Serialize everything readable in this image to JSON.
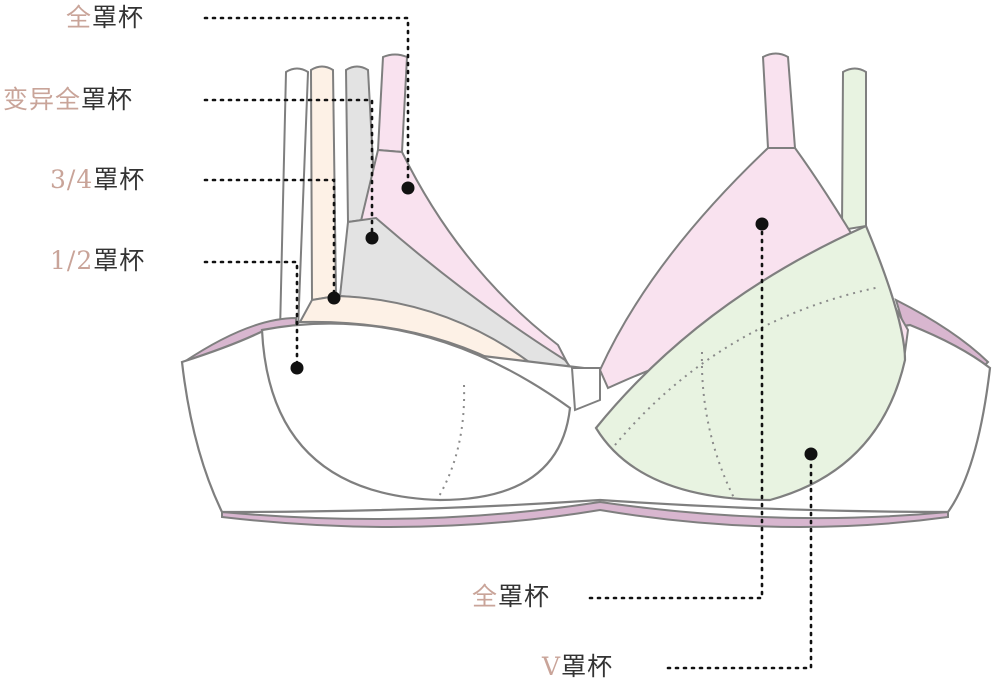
{
  "colors": {
    "outline": "#7f7f7f",
    "band": "#ffffff",
    "band_edge_pink": "#d8b6cf",
    "full_cup_pink": "#f9e2ef",
    "variant_full_gray": "#e3e3e3",
    "three_quarter_peach": "#fdf1e6",
    "half_cup_white": "#ffffff",
    "right_full_pink": "#f9e2ef",
    "v_cup_green": "#e8f3e1",
    "label_accent": "#c9a499",
    "label_dark": "#333333",
    "leader": "#111111"
  },
  "labels": {
    "full_cup_left": {
      "accent": "全",
      "dark": "罩杯"
    },
    "variant_full_cup": {
      "accent": "变异全",
      "dark": "罩杯"
    },
    "three_quarter_cup": {
      "accent": "3/4",
      "dark": "罩杯"
    },
    "half_cup": {
      "accent": "1/2",
      "dark": "罩杯"
    },
    "full_cup_right": {
      "accent": "全",
      "dark": "罩杯"
    },
    "v_cup": {
      "accent": "V",
      "dark": "罩杯"
    }
  }
}
